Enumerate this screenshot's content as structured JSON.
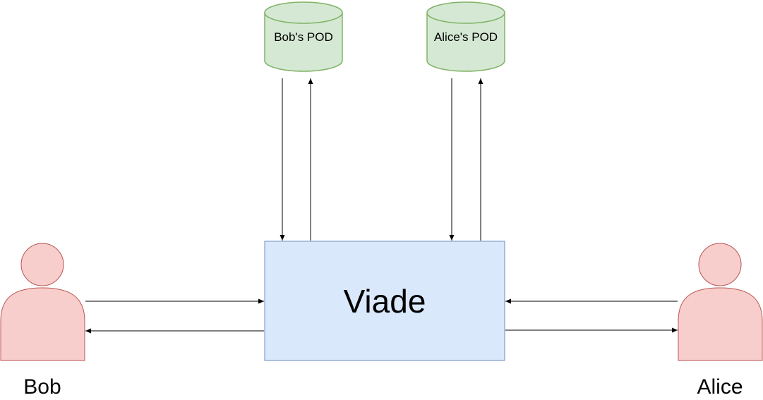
{
  "diagram": {
    "app": {
      "label": "Viade",
      "fill": "#dae8fc",
      "stroke": "#6c8ebf"
    },
    "pods": [
      {
        "label": "Bob's POD"
      },
      {
        "label": "Alice's POD"
      }
    ],
    "pod_colors": {
      "fill": "#d5e8d4",
      "stroke": "#82b366"
    },
    "people": [
      {
        "label": "Bob"
      },
      {
        "label": "Alice"
      }
    ],
    "person_colors": {
      "fill": "#f8cecc",
      "stroke": "#b85450"
    },
    "arrow_color": "#000000"
  }
}
